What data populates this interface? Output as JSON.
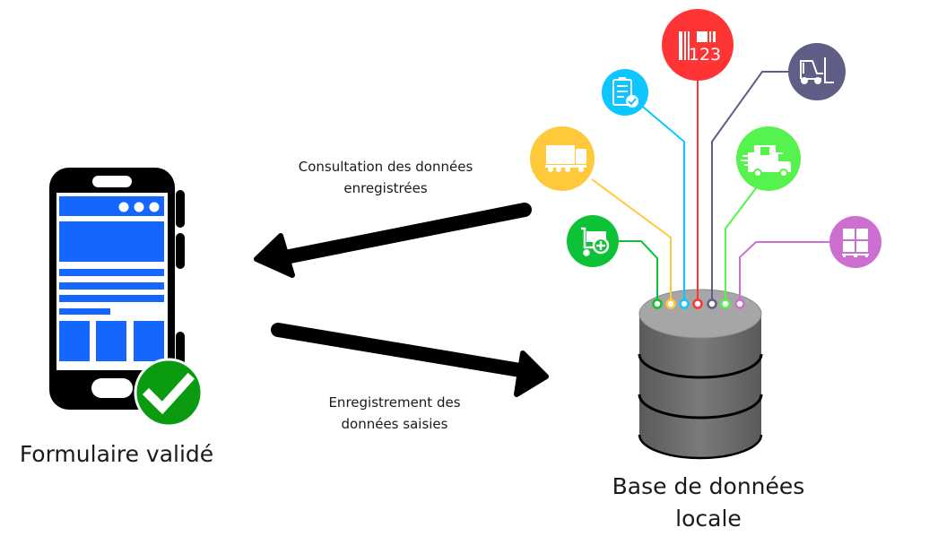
{
  "phone": {
    "label": "Formulaire validé",
    "screen_color": "#1565ff",
    "check_color": "#0a9b10"
  },
  "arrows": {
    "read": {
      "label_line1": "Consultation des données",
      "label_line2": "enregistrées",
      "direction": "database-to-phone"
    },
    "write": {
      "label_line1": "Enregistrement des",
      "label_line2": "données saisies",
      "direction": "phone-to-database"
    }
  },
  "database": {
    "label_line1": "Base de données",
    "label_line2": "locale",
    "body_color": "#6e6e6e",
    "top_color": "#a6a6a6"
  },
  "sources": [
    {
      "id": "cart",
      "icon": "cart-plus-icon",
      "color": "#0ec237"
    },
    {
      "id": "truck",
      "icon": "truck-icon",
      "color": "#ffc93b"
    },
    {
      "id": "checklist",
      "icon": "clipboard-check-icon",
      "color": "#0bc6ff"
    },
    {
      "id": "barcode",
      "icon": "barcode-icon",
      "color": "#ff3434",
      "text": "123"
    },
    {
      "id": "forklift",
      "icon": "forklift-icon",
      "color": "#5e5e86"
    },
    {
      "id": "van",
      "icon": "delivery-van-icon",
      "color": "#56f24d"
    },
    {
      "id": "pallet",
      "icon": "pallet-boxes-icon",
      "color": "#cc6fd0"
    }
  ]
}
